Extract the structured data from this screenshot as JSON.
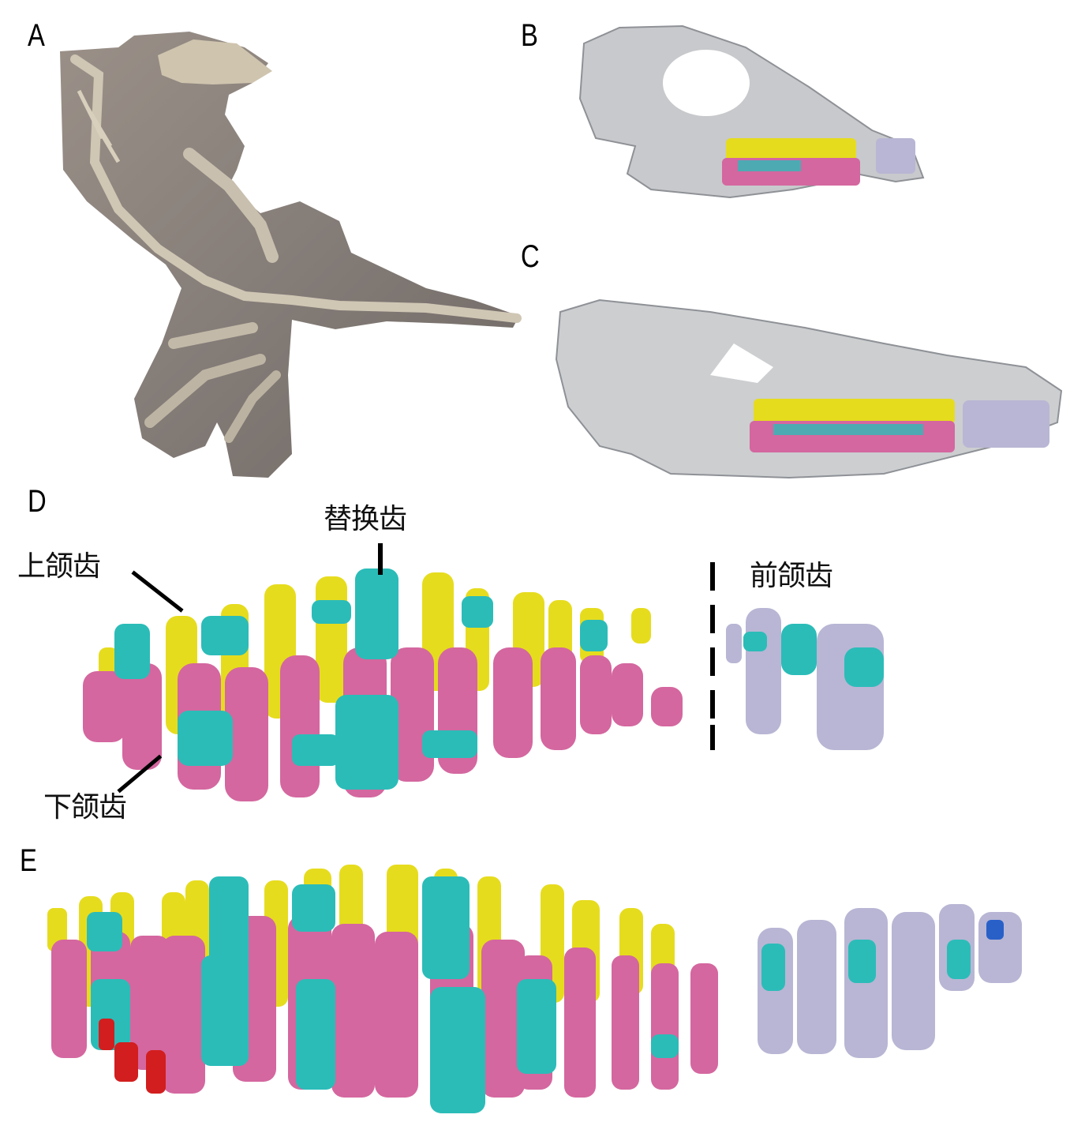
{
  "figure": {
    "panels": [
      {
        "id": "A",
        "label": "A",
        "content": "fossil-specimen-photograph"
      },
      {
        "id": "B",
        "label": "B",
        "content": "ct-skull-render-lateral"
      },
      {
        "id": "C",
        "label": "C",
        "content": "ct-skull-render-lateral-2"
      },
      {
        "id": "D",
        "label": "D",
        "content": "dentition-render"
      },
      {
        "id": "E",
        "label": "E",
        "content": "dentition-render-2"
      }
    ],
    "annotations": {
      "replacement_teeth": "替换齿",
      "maxillary_teeth": "上颌齿",
      "dentary_teeth": "下颌齿",
      "premaxillary_teeth": "前颌齿"
    },
    "colors": {
      "maxillary": "#e6dc1e",
      "dentary": "#d4679f",
      "replacement": "#2bbcb8",
      "premaxillary": "#b8b6d4",
      "other_red": "#d21e1e",
      "other_blue": "#2860c8",
      "skull_ct": "#9a9da2",
      "fossil_matrix": "#8a8480",
      "fossil_bone": "#c8bfae"
    }
  }
}
